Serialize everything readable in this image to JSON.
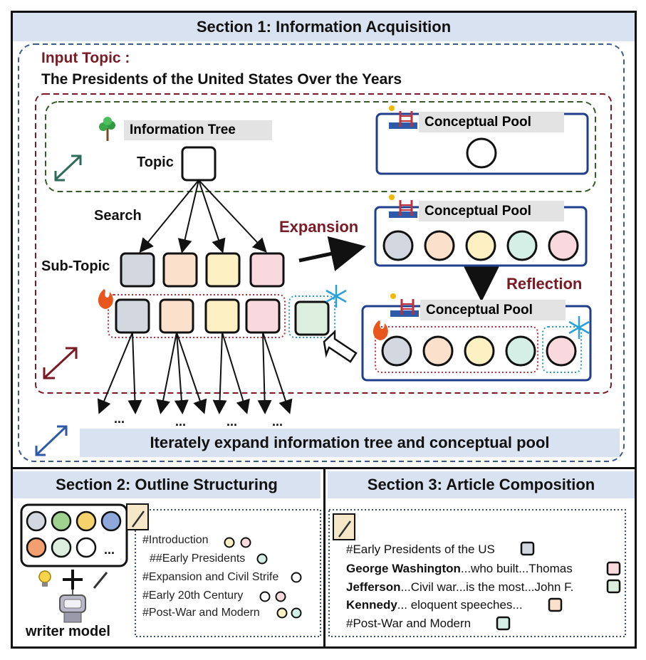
{
  "section1": {
    "title": "Section 1: Information Acquisition",
    "input_topic_label": "Input Topic :",
    "input_topic_value": "The Presidents of the United States Over the Years",
    "info_tree_label": "Information Tree",
    "topic_label": "Topic",
    "search_label": "Search",
    "subtopic_label": "Sub-Topic",
    "expansion_label": "Expansion",
    "reflection_label": "Reflection",
    "pool_label": "Conceptual Pool",
    "ellipsis": "...",
    "banner": "Iterately expand information tree and conceptual pool"
  },
  "section2": {
    "title": "Section 2: Outline Structuring",
    "writer_label": "writer model",
    "ellipsis": "...",
    "outline": [
      "#Introduction",
      "##Early Presidents",
      "#Expansion and Civil Strife",
      "#Early 20th Century",
      "#Post-War and Modern"
    ]
  },
  "section3": {
    "title": "Section 3: Article Composition",
    "lines": [
      {
        "bold": "",
        "text": "#Early Presidents of the US"
      },
      {
        "bold": "George Washington",
        "text": "...who built...Thomas"
      },
      {
        "bold": "Jefferson",
        "text": "...Civil war...is the most...John F."
      },
      {
        "bold": "Kennedy",
        "text": "... eloquent speeches..."
      },
      {
        "bold": "",
        "text": "#Post-War and Modern"
      }
    ]
  },
  "colors": {
    "gray": "#d3d8e0",
    "peach": "#fbe0cc",
    "yellow": "#fdf0c2",
    "mint": "#d3efe6",
    "pink": "#f9d9de",
    "lightgreen": "#dceedd",
    "darkred": "#7a1a24",
    "navy": "#1f3f8c"
  }
}
